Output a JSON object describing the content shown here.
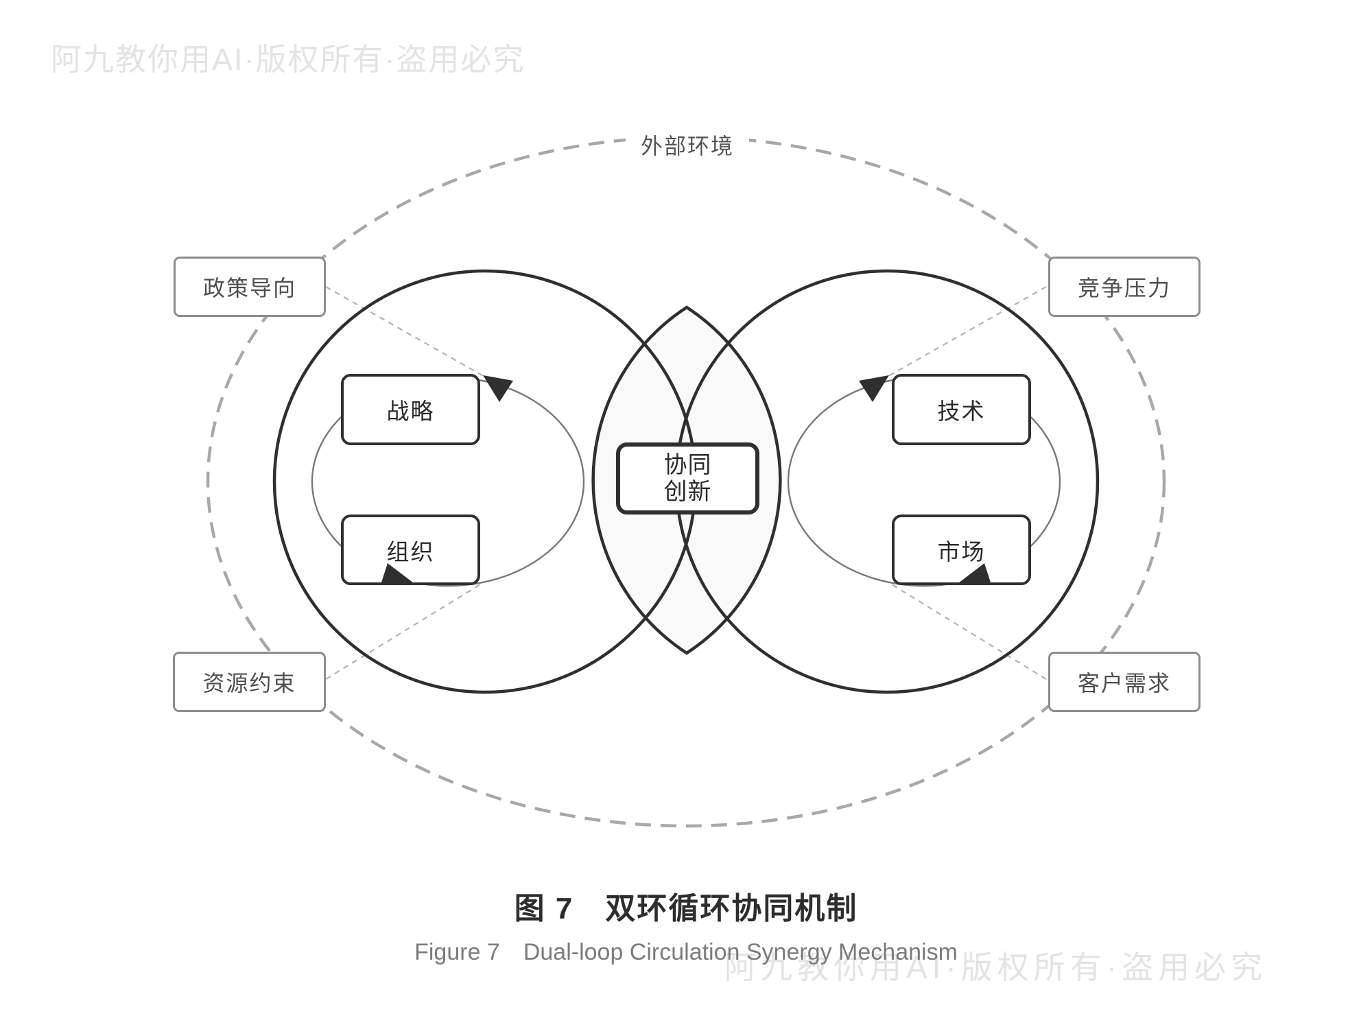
{
  "colors": {
    "ink": "#2f2f2f",
    "loop_gray": "#787878",
    "outer_dash_gray": "#a8a8a8",
    "connector_gray": "#b3b3b3",
    "factor_border": "#8d8d8d",
    "factor_text": "#4f4f4f",
    "lens_fill": "#f9f9f9",
    "watermark": "#e3e3e3",
    "caption_en": "#7b7b7b"
  },
  "watermark": {
    "top_left": "阿九教你用AI·版权所有·盗用必究",
    "bottom_right": "阿九教你用AI·版权所有·盗用必究"
  },
  "environment": {
    "label": "外部环境"
  },
  "factors": {
    "policy": "政策导向",
    "competition": "竞争压力",
    "resources": "资源约束",
    "customers": "客户需求"
  },
  "left_loop": {
    "strategy": "战略",
    "organization": "组织"
  },
  "right_loop": {
    "technology": "技术",
    "market": "市场"
  },
  "center": {
    "line1": "协同",
    "line2": "创新"
  },
  "caption": {
    "zh": "图 7　双环循环协同机制",
    "en": "Figure 7　Dual-loop Circulation Synergy Mechanism"
  }
}
